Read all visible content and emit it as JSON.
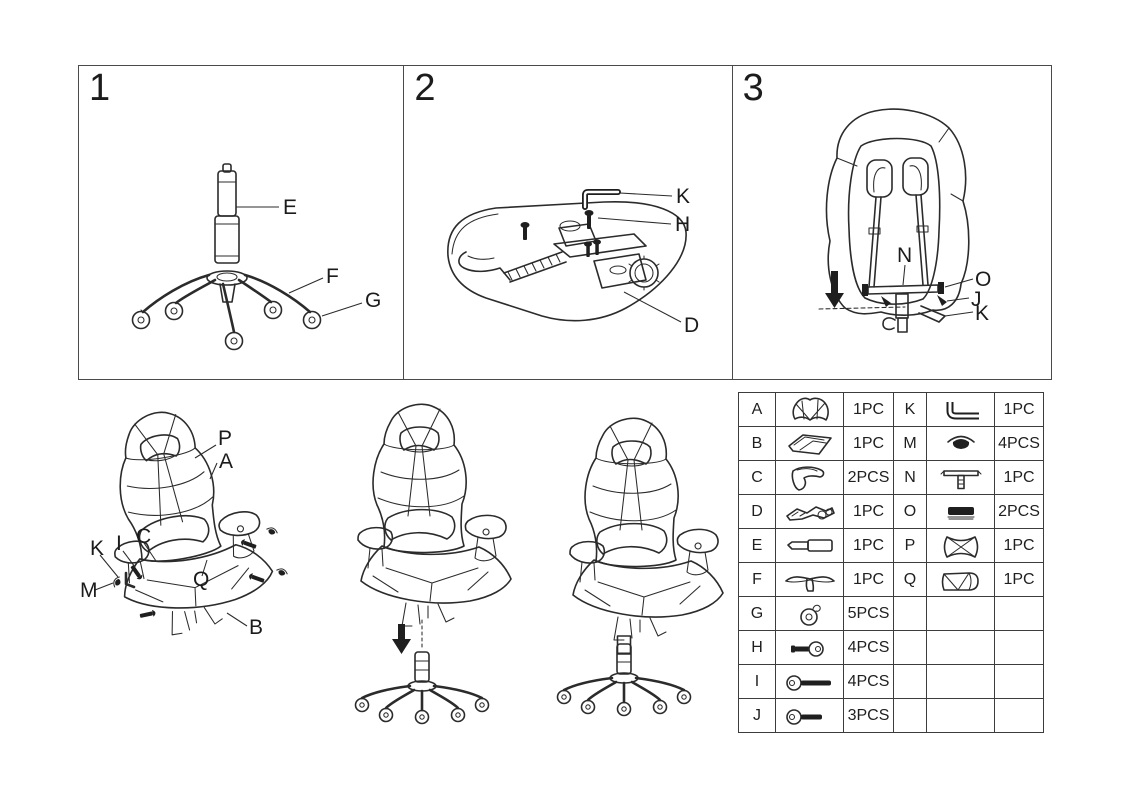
{
  "panels": [
    {
      "number": "1",
      "labels": {
        "e": "E",
        "f": "F",
        "g": "G"
      }
    },
    {
      "number": "2",
      "labels": {
        "k": "K",
        "h": "H",
        "d": "D"
      }
    },
    {
      "number": "3",
      "labels": {
        "n": "N",
        "o": "O",
        "j": "J",
        "k": "K"
      }
    }
  ],
  "exploded_view_labels": {
    "p": "P",
    "a": "A",
    "c": "C",
    "i": "I",
    "k": "K",
    "m": "M",
    "q": "Q",
    "b": "B"
  },
  "parts_table": {
    "rows": [
      {
        "l1": "A",
        "icon1": "backrest-icon",
        "q1": "1PC",
        "l2": "K",
        "icon2": "allen-key-icon",
        "q2": "1PC"
      },
      {
        "l1": "B",
        "icon1": "seat-cushion-icon",
        "q1": "1PC",
        "l2": "M",
        "icon2": "cap-nut-icon",
        "q2": "4PCS"
      },
      {
        "l1": "C",
        "icon1": "armrest-icon",
        "q1": "2PCS",
        "l2": "N",
        "icon2": "t-bar-icon",
        "q2": "1PC"
      },
      {
        "l1": "D",
        "icon1": "tilt-mechanism-icon",
        "q1": "1PC",
        "l2": "O",
        "icon2": "spacer-icon",
        "q2": "2PCS"
      },
      {
        "l1": "E",
        "icon1": "gas-lift-icon",
        "q1": "1PC",
        "l2": "P",
        "icon2": "headrest-pillow-icon",
        "q2": "1PC"
      },
      {
        "l1": "F",
        "icon1": "star-base-icon",
        "q1": "1PC",
        "l2": "Q",
        "icon2": "lumbar-cushion-icon",
        "q2": "1PC"
      },
      {
        "l1": "G",
        "icon1": "caster-icon",
        "q1": "5PCS",
        "l2": "",
        "icon2": "",
        "q2": ""
      },
      {
        "l1": "H",
        "icon1": "short-bolt-icon",
        "q1": "4PCS",
        "l2": "",
        "icon2": "",
        "q2": ""
      },
      {
        "l1": "I",
        "icon1": "long-bolt-icon",
        "q1": "4PCS",
        "l2": "",
        "icon2": "",
        "q2": ""
      },
      {
        "l1": "J",
        "icon1": "medium-bolt-icon",
        "q1": "3PCS",
        "l2": "",
        "icon2": "",
        "q2": ""
      }
    ]
  },
  "colors": {
    "line": "#2b2b2b",
    "background": "#ffffff",
    "table_border": "#3c3c3c"
  }
}
